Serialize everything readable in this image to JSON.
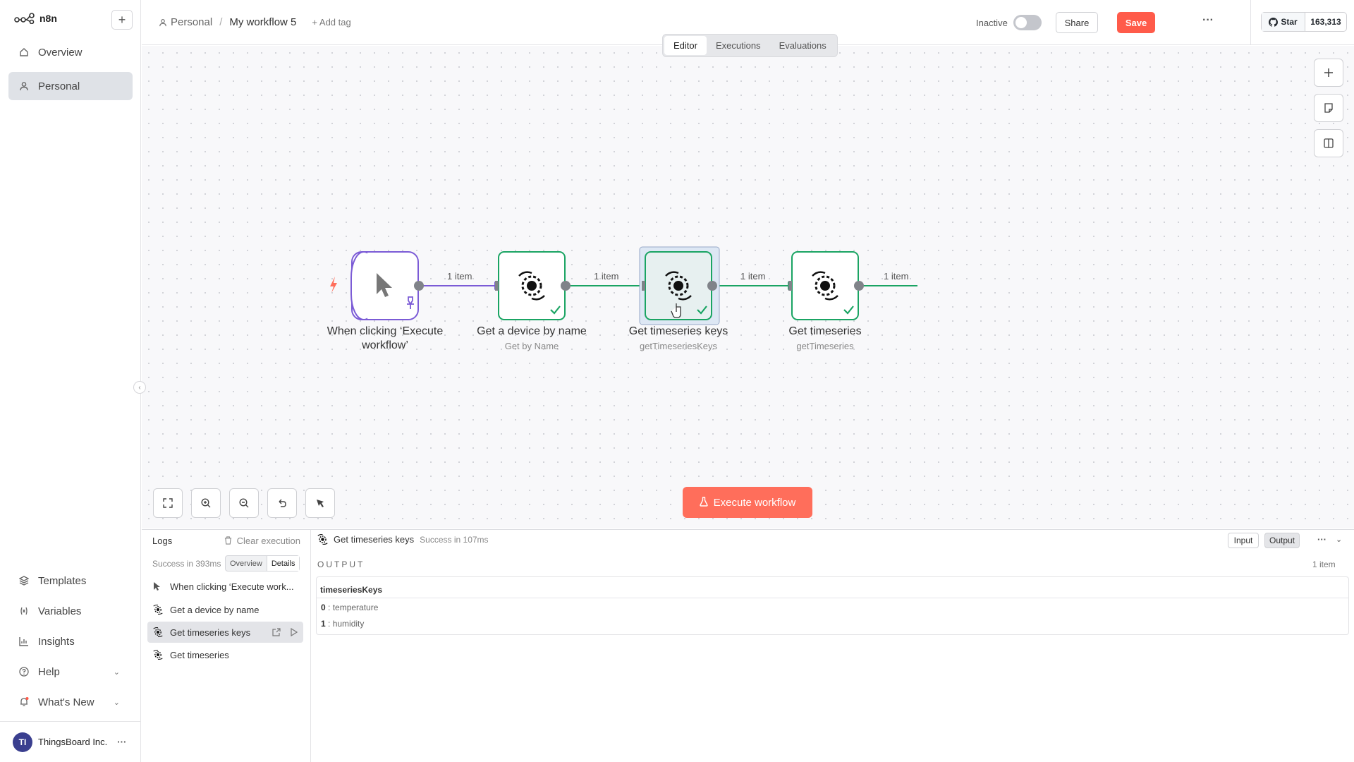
{
  "app": {
    "logo_text": "n8n",
    "new_symbol": "+"
  },
  "sidebar": {
    "items": [
      {
        "label": "Overview",
        "icon": "home-icon"
      },
      {
        "label": "Personal",
        "icon": "user-icon",
        "active": true
      }
    ],
    "bottom_items": [
      {
        "label": "Templates",
        "icon": "templates-icon"
      },
      {
        "label": "Variables",
        "icon": "variables-icon"
      },
      {
        "label": "Insights",
        "icon": "chart-icon"
      },
      {
        "label": "Help",
        "icon": "help-icon"
      },
      {
        "label": "What's New",
        "icon": "bell-icon"
      }
    ],
    "user": {
      "initials": "TI",
      "name": "ThingsBoard Inc.",
      "more": "···"
    }
  },
  "header": {
    "breadcrumb_project": "Personal",
    "breadcrumb_sep": "/",
    "workflow_name": "My workflow 5",
    "add_tag": "+ Add tag",
    "status_label": "Inactive",
    "share_label": "Share",
    "save_label": "Save",
    "more": "···",
    "github_star": "Star",
    "github_count": "163,313"
  },
  "canvas": {
    "tabs": [
      "Editor",
      "Executions",
      "Evaluations"
    ],
    "active_tab": "Editor",
    "nodes": [
      {
        "title": "When clicking ‘Execute",
        "title2": "workflow’",
        "subtitle": ""
      },
      {
        "title": "Get a device by name",
        "title2": "",
        "subtitle": "Get by Name"
      },
      {
        "title": "Get timeseries keys",
        "title2": "",
        "subtitle": "getTimeseriesKeys"
      },
      {
        "title": "Get timeseries",
        "title2": "",
        "subtitle": "getTimeseries"
      }
    ],
    "connection_labels": [
      "1 item",
      "1 item",
      "1 item",
      "1 item"
    ],
    "execute_label": "Execute workflow",
    "colors": {
      "trigger": "#7b5bd6",
      "success": "#1aa463",
      "accent": "#ff6e5b"
    }
  },
  "logs": {
    "title": "Logs",
    "clear": "Clear execution",
    "success": "Success in 393ms",
    "tabs": [
      "Overview",
      "Details"
    ],
    "items": [
      {
        "label": "When clicking ‘Execute work..."
      },
      {
        "label": "Get a device by name"
      },
      {
        "label": "Get timeseries keys",
        "active": true
      },
      {
        "label": "Get timeseries"
      }
    ],
    "detail": {
      "node_name": "Get timeseries keys",
      "status": "Success in 107ms",
      "input_label": "Input",
      "output_label": "Output",
      "more": "···",
      "output_title": "OUTPUT",
      "item_count": "1 item",
      "key": "timeseriesKeys",
      "rows": [
        {
          "index": "0",
          "value": "temperature"
        },
        {
          "index": "1",
          "value": "humidity"
        }
      ]
    }
  }
}
